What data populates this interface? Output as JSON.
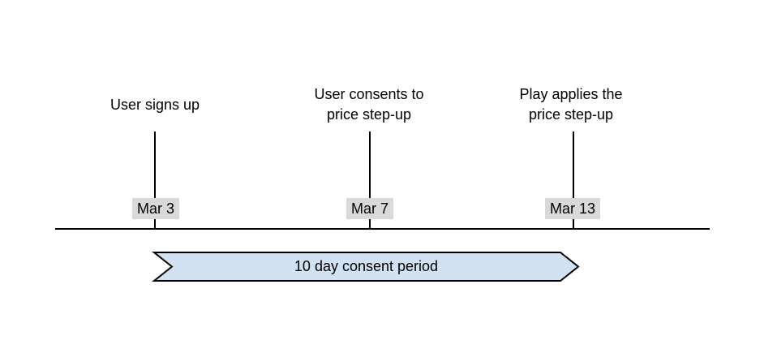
{
  "diagram": {
    "events": [
      {
        "title": "User signs up",
        "date": "Mar 3"
      },
      {
        "title": "User consents to\nprice step-up",
        "date": "Mar 7"
      },
      {
        "title": "Play applies the\nprice step-up",
        "date": "Mar 13"
      }
    ],
    "banner": {
      "label": "10 day consent period"
    },
    "colors": {
      "background": "#ffffff",
      "text": "#000000",
      "line": "#000000",
      "date_badge_bg": "#d9d9d9",
      "banner_fill": "#d3e2f2",
      "banner_border": "#000000"
    }
  }
}
